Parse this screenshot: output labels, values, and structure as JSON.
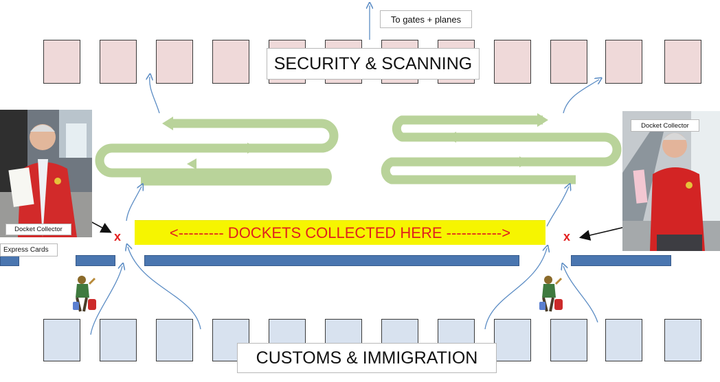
{
  "labels": {
    "exit": "To gates + planes",
    "security": "SECURITY & SCANNING",
    "customs": "CUSTOMS & IMMIGRATION",
    "banner": "<--------- DOCKETS COLLECTED HERE ----------->",
    "express": "Express Cards",
    "collector_left": "Docket Collector",
    "collector_right": "Docket Collector",
    "x_mark": "x"
  },
  "colors": {
    "gate_fill": "#efd9d9",
    "booth_fill": "#d8e2ef",
    "queue_path": "#b9d39a",
    "barrier": "#4a76b0",
    "banner_bg": "#f6f500",
    "banner_text": "#e0201d",
    "flow_arrow": "#5b8cc4",
    "x_mark": "#e32020"
  },
  "icons": [
    "traveller-icon",
    "traveller-icon"
  ]
}
